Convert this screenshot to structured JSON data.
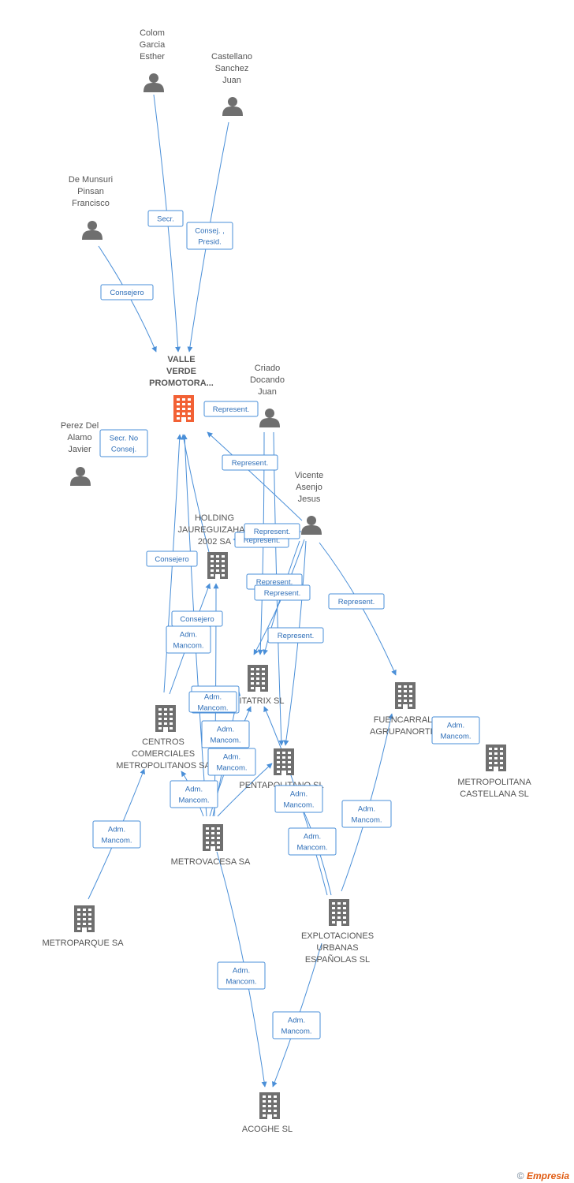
{
  "nodes": {
    "colom": {
      "kind": "person",
      "lines": [
        "Colom",
        "Garcia",
        "Esther"
      ]
    },
    "castellano": {
      "kind": "person",
      "lines": [
        "Castellano",
        "Sanchez",
        "Juan"
      ]
    },
    "demunsuri": {
      "kind": "person",
      "lines": [
        "De Munsuri",
        "Pinsan",
        "Francisco"
      ]
    },
    "valle": {
      "kind": "company",
      "main": true,
      "lines": [
        "VALLE",
        "VERDE",
        "PROMOTORA..."
      ]
    },
    "criado": {
      "kind": "person",
      "lines": [
        "Criado",
        "Docando",
        "Juan"
      ]
    },
    "perez": {
      "kind": "person",
      "lines": [
        "Perez Del",
        "Alamo",
        "Javier"
      ]
    },
    "vicente": {
      "kind": "person",
      "lines": [
        "Vicente",
        "Asenjo",
        "Jesus"
      ]
    },
    "holding": {
      "kind": "company",
      "lines": [
        "HOLDING",
        "JAUREGUIZAHAR",
        "2002 SA"
      ]
    },
    "itatrix": {
      "kind": "company",
      "lines": [
        "ITATRIX SL"
      ]
    },
    "fuencarral": {
      "kind": "company",
      "lines": [
        "FUENCARRAL",
        "AGRUPANORTE"
      ]
    },
    "metropolitana": {
      "kind": "company",
      "lines": [
        "METROPOLITANA",
        "CASTELLANA SL"
      ]
    },
    "centros": {
      "kind": "company",
      "lines": [
        "CENTROS",
        "COMERCIALES",
        "METROPOLITANOS SA"
      ]
    },
    "pentapolitano": {
      "kind": "company",
      "lines": [
        "PENTAPOLITANO SL"
      ]
    },
    "metrovacesa": {
      "kind": "company",
      "lines": [
        "METROVACESA SA"
      ]
    },
    "metroparque": {
      "kind": "company",
      "lines": [
        "METROPARQUE SA"
      ]
    },
    "explotaciones": {
      "kind": "company",
      "lines": [
        "EXPLOTACIONES",
        "URBANAS",
        "ESPAÑOLAS SL"
      ]
    },
    "acoghe": {
      "kind": "company",
      "lines": [
        "ACOGHE SL"
      ]
    }
  },
  "edge_labels": [
    {
      "id": "secr",
      "lines": [
        "Secr."
      ]
    },
    {
      "id": "consej-presid",
      "lines": [
        "Consej. ,",
        "Presid."
      ]
    },
    {
      "id": "consejero-demunsuri",
      "lines": [
        "Consejero"
      ]
    },
    {
      "id": "represent-criado",
      "lines": [
        "Represent."
      ]
    },
    {
      "id": "secr-no-consej",
      "lines": [
        "Secr.  No",
        "Consej."
      ]
    },
    {
      "id": "represent-vicente-valle",
      "lines": [
        "Represent."
      ]
    },
    {
      "id": "represent-holding-1",
      "lines": [
        "Represent."
      ]
    },
    {
      "id": "represent-holding-2",
      "lines": [
        "Represent."
      ]
    },
    {
      "id": "consejero-holding",
      "lines": [
        "Consejero"
      ]
    },
    {
      "id": "represent-itatrix-1",
      "lines": [
        "Represent."
      ]
    },
    {
      "id": "represent-itatrix-2",
      "lines": [
        "Represent."
      ]
    },
    {
      "id": "consejero-centros",
      "lines": [
        "Consejero"
      ]
    },
    {
      "id": "represent-pentapolitano",
      "lines": [
        "Represent."
      ]
    },
    {
      "id": "represent-fuencarral",
      "lines": [
        "Represent."
      ]
    },
    {
      "id": "adm-centros-holding",
      "lines": [
        "Adm.",
        "Mancom."
      ]
    },
    {
      "id": "adm-fuencarral-metropolitana",
      "lines": [
        "Adm.",
        "Mancom."
      ]
    },
    {
      "id": "adm-metrovacesa-itatrix-1",
      "lines": [
        "Adm.",
        "Mancom."
      ]
    },
    {
      "id": "adm-metrovacesa-itatrix-2",
      "lines": [
        "Adm.",
        "Mancom."
      ]
    },
    {
      "id": "adm-metrovacesa-pentapolitano",
      "lines": [
        "Adm.",
        "Mancom."
      ]
    },
    {
      "id": "adm-metrovacesa-centros",
      "lines": [
        "Adm.",
        "Mancom."
      ]
    },
    {
      "id": "adm-metrovacesa-valle",
      "lines": [
        "Adm.",
        "Mancom."
      ]
    },
    {
      "id": "adm-explotaciones-pentapolitano-1",
      "lines": [
        "Adm.",
        "Mancom."
      ]
    },
    {
      "id": "adm-explotaciones-pentapolitano-2",
      "lines": [
        "Adm.",
        "Mancom."
      ]
    },
    {
      "id": "adm-metroparque-centros",
      "lines": [
        "Adm.",
        "Mancom."
      ]
    },
    {
      "id": "adm-explotaciones-fuencarral",
      "lines": [
        "Adm.",
        "Mancom."
      ]
    },
    {
      "id": "adm-metrovacesa-acoghe",
      "lines": [
        "Adm.",
        "Mancom."
      ]
    },
    {
      "id": "adm-explotaciones-acoghe",
      "lines": [
        "Adm.",
        "Mancom."
      ]
    }
  ],
  "footer": {
    "copyright": "©",
    "brand": "Empresia"
  },
  "colors": {
    "edge": "#4a8fd8",
    "node": "#6f6f6f",
    "main_node": "#f26135",
    "label_text": "#2f6fb8"
  }
}
